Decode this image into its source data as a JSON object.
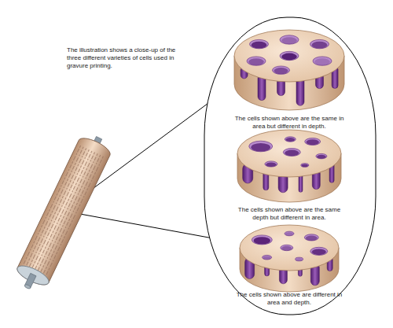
{
  "diagram": {
    "nodes": [
      {
        "text": [
          "The cells shown above are the same in area but different in depth."
        ]
      },
      {
        "text": [
          "The cells shown above are the same depth but different in area."
        ]
      },
      {
        "text": [
          "The cells shown above are different in area and depth."
        ]
      }
    ],
    "labels": [
      "The illustration shows a close-up of the three different varieties of cells used in gravure printing."
    ]
  }
}
